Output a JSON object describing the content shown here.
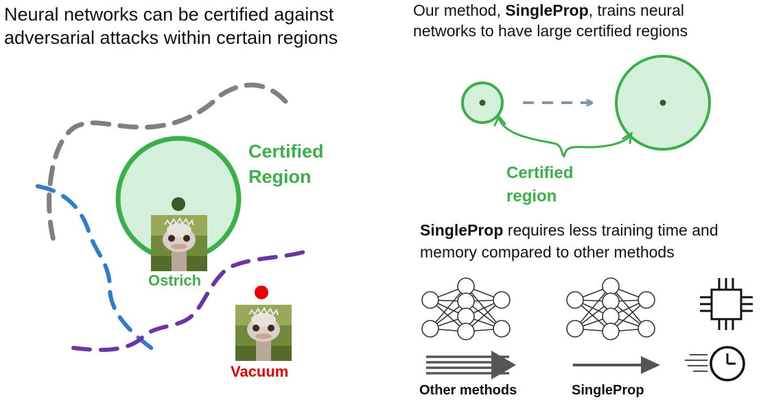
{
  "left_panel": {
    "heading_line1": "Neural networks can be certified against",
    "heading_line2": "adversarial attacks within certain regions",
    "certified_label_line1": "Certified",
    "certified_label_line2": "Region",
    "ostrich_label": "Ostrich",
    "vacuum_label": "Vacuum"
  },
  "right_panel": {
    "heading_prefix": "Our method, ",
    "heading_method": "SingleProp",
    "heading_suffix": ", trains neural",
    "heading_line2": "networks to have large certified regions",
    "certified_label_line1": "Certified",
    "certified_label_line2": "region",
    "sub_method": "SingleProp",
    "sub_suffix": " requires less training time and",
    "sub_line2": "memory compared to other methods",
    "other_methods_label": "Other methods",
    "singleprop_label": "SingleProp"
  },
  "colors": {
    "certified_green": "#3caf4a",
    "region_fill": "#d4f0da",
    "dark_dot": "#3a5a2c",
    "adversarial_red": "#e60000",
    "boundary_gray": "#808080",
    "boundary_blue": "#2e7bd0",
    "boundary_purple": "#6a35a5",
    "arrow_gray": "#7f96a6"
  },
  "icons": [
    "ostrich-photo",
    "cpu-chip-icon",
    "stopwatch-icon",
    "neural-network-icon",
    "multi-arrow-icon",
    "single-arrow-icon"
  ]
}
